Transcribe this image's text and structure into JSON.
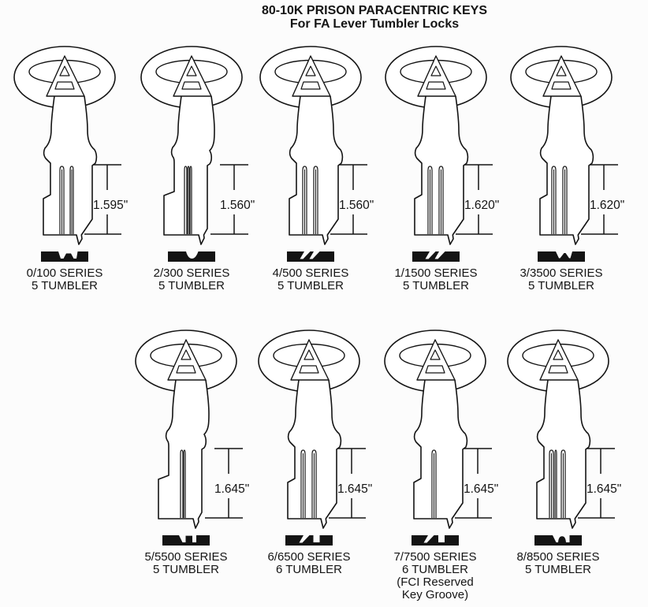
{
  "title": {
    "line1": "80-10K PRISON PARACENTRIC KEYS",
    "line2": "For FA Lever Tumbler Locks"
  },
  "colors": {
    "ink": "#141414",
    "paper": "#fcfcfc"
  },
  "logo": {
    "letter": "A",
    "name": "A-in-oval-bow-logo"
  },
  "keys": [
    {
      "series_label": "0/100 SERIES",
      "tumbler_label": "5 TUMBLER",
      "length_label": "1.595\"",
      "profile_icon": "groove-profile-trapezoid-bump",
      "note_lines": []
    },
    {
      "series_label": "2/300 SERIES",
      "tumbler_label": "5 TUMBLER",
      "length_label": "1.560\"",
      "profile_icon": "groove-profile-round-dip",
      "note_lines": []
    },
    {
      "series_label": "4/500 SERIES",
      "tumbler_label": "5 TUMBLER",
      "length_label": "1.560\"",
      "profile_icon": "groove-profile-double-slash",
      "note_lines": []
    },
    {
      "series_label": "1/1500 SERIES",
      "tumbler_label": "5 TUMBLER",
      "length_label": "1.620\"",
      "profile_icon": "groove-profile-double-slash",
      "note_lines": []
    },
    {
      "series_label": "3/3500 SERIES",
      "tumbler_label": "5 TUMBLER",
      "length_label": "1.620\"",
      "profile_icon": "groove-profile-vee-peak",
      "note_lines": []
    },
    {
      "series_label": "5/5500 SERIES",
      "tumbler_label": "5 TUMBLER",
      "length_label": "1.645\"",
      "profile_icon": "groove-profile-square-bump",
      "note_lines": []
    },
    {
      "series_label": "6/6500 SERIES",
      "tumbler_label": "6 TUMBLER",
      "length_label": "1.645\"",
      "profile_icon": "groove-profile-slash-square-notch",
      "note_lines": []
    },
    {
      "series_label": "7/7500 SERIES",
      "tumbler_label": "6 TUMBLER",
      "length_label": "1.645\"",
      "profile_icon": "groove-profile-slash-square-notch-deep",
      "note_lines": [
        "(FCI Reserved",
        "Key Groove)"
      ]
    },
    {
      "series_label": "8/8500 SERIES",
      "tumbler_label": "5 TUMBLER",
      "length_label": "1.645\"",
      "profile_icon": "groove-profile-round-bump-notch",
      "note_lines": []
    }
  ]
}
